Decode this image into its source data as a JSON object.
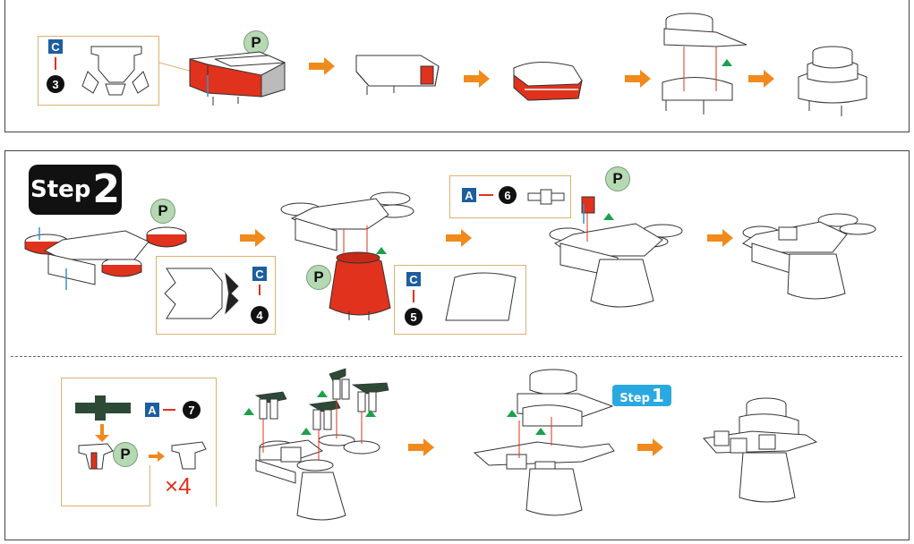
{
  "step_badge": {
    "word": "Step",
    "number": "2"
  },
  "step_ref": {
    "word": "Step",
    "number": "1"
  },
  "top_panel": {
    "part_letter": "C",
    "piece_number": "3",
    "glue_label": "P"
  },
  "step2": {
    "parts": [
      {
        "letter": "C",
        "number": "4"
      },
      {
        "letter": "C",
        "number": "5"
      },
      {
        "letter": "A",
        "number": "6"
      },
      {
        "letter": "A",
        "number": "7"
      }
    ],
    "glue_label": "P",
    "quantity": "×4"
  },
  "colors": {
    "accent_red": "#e0321c",
    "arrow_orange": "#f08a1c",
    "glue_green": "#b5d9b3",
    "part_blue": "#1d5e9e",
    "step_ref_blue": "#29a9e0",
    "leg_green": "#2d4a36"
  }
}
